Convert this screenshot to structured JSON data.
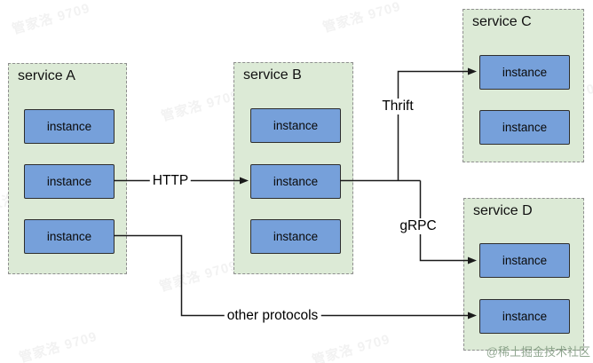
{
  "diagram": {
    "services": [
      {
        "label": "service A",
        "instances": [
          "instance",
          "instance",
          "instance"
        ]
      },
      {
        "label": "service B",
        "instances": [
          "instance",
          "instance",
          "instance"
        ]
      },
      {
        "label": "service C",
        "instances": [
          "instance",
          "instance"
        ]
      },
      {
        "label": "service D",
        "instances": [
          "instance",
          "instance"
        ]
      }
    ],
    "edges": [
      {
        "label": "HTTP",
        "from": "service A / instance 2",
        "to": "service B / instance 2"
      },
      {
        "label": "Thrift",
        "from": "service B / instance 2",
        "to": "service C / instance 1"
      },
      {
        "label": "gRPC",
        "from": "service B / instance 2",
        "to": "service D / instance 1"
      },
      {
        "label": "other protocols",
        "from": "service A / instance 3",
        "to": "service D / instance 2"
      }
    ],
    "colors": {
      "service_fill": "#dcead6",
      "service_border": "#8f8f8f",
      "instance_fill": "#76a0da",
      "instance_border": "#2e2e2e",
      "line": "#1a1a1a"
    },
    "watermark": {
      "diagonal_text": "管家洛 9709",
      "credit": "@稀土掘金技术社区"
    }
  }
}
